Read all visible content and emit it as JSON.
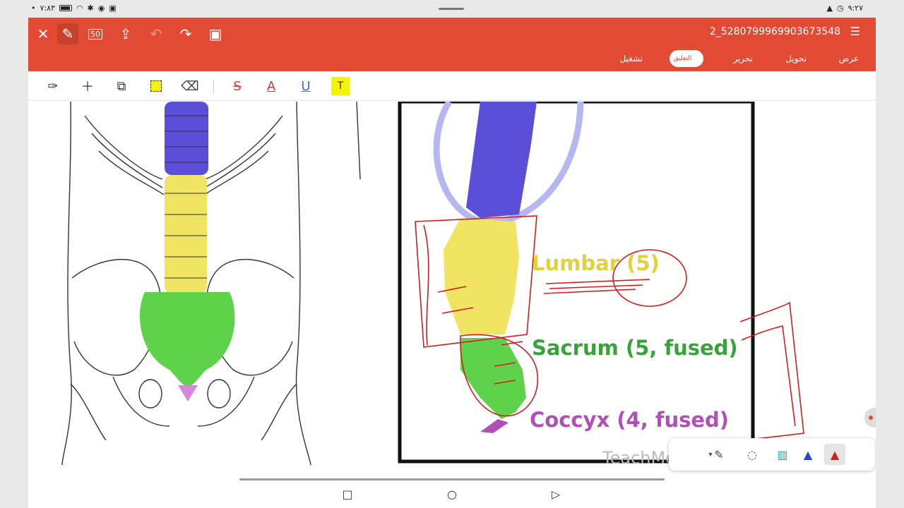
{
  "status": {
    "left_time": "٧:٨٣",
    "right_time": "٩:٢٧"
  },
  "app": {
    "doc_title": "2_5280799969903673548",
    "menu_tabs": [
      "عرض",
      "تحويل",
      "تحرير",
      "التعليق التوضيحي",
      "تشغيل"
    ],
    "toolbar_icons": [
      "close-icon",
      "pen-icon",
      "badge-50-icon",
      "share-icon",
      "undo-icon",
      "redo-icon",
      "save-icon"
    ],
    "badge_text": "50",
    "annotation_tools": {
      "strike_label": "S",
      "text_color_label": "A",
      "underline_label": "U",
      "highlight_text_label": "T"
    }
  },
  "diagram": {
    "lumbar_label": "Lumbar (5)",
    "sacrum_label": "Sacrum (5, fused)",
    "coccyx_label": "Coccyx (4, fused)",
    "watermark": "TeachMe",
    "colors": {
      "thoracic": "#5a4fd6",
      "lumbar": "#f1e463",
      "sacrum": "#5ed24a",
      "coccyx": "#d48ad8",
      "ink": "#d41c1c"
    }
  },
  "pen_panel": {
    "tools": [
      "pen-icon",
      "lasso-icon",
      "highlighter-icon",
      "blue-pen-icon",
      "red-pen-icon"
    ]
  }
}
